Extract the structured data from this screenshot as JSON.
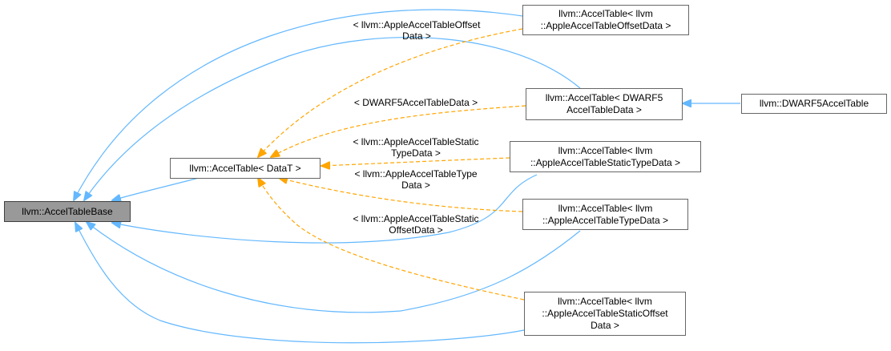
{
  "colors": {
    "inheritance_edge": "#63b8ff",
    "template_edge": "#ffa500",
    "node_border": "#666666",
    "base_fill": "#999999"
  },
  "nodes": {
    "accel_table_base": {
      "lines": [
        "llvm::AccelTableBase"
      ]
    },
    "accel_table_template": {
      "lines": [
        "llvm::AccelTable< DataT >"
      ]
    },
    "apple_offset": {
      "lines": [
        "llvm::AccelTable< llvm",
        "::AppleAccelTableOffsetData >"
      ]
    },
    "dwarf5": {
      "lines": [
        "llvm::AccelTable< DWARF5",
        "AccelTableData >"
      ]
    },
    "dwarf5_accel_table": {
      "lines": [
        "llvm::DWARF5AccelTable"
      ]
    },
    "apple_static_type": {
      "lines": [
        "llvm::AccelTable< llvm",
        "::AppleAccelTableStaticTypeData >"
      ]
    },
    "apple_type": {
      "lines": [
        "llvm::AccelTable< llvm",
        "::AppleAccelTableTypeData >"
      ]
    },
    "apple_static_offset": {
      "lines": [
        "llvm::AccelTable< llvm",
        "::AppleAccelTableStaticOffset",
        "Data >"
      ]
    }
  },
  "edge_labels": {
    "apple_offset": [
      "< llvm::AppleAccelTableOffset",
      "Data >"
    ],
    "dwarf5": [
      "< DWARF5AccelTableData >"
    ],
    "apple_static_type": [
      "< llvm::AppleAccelTableStatic",
      "TypeData >"
    ],
    "apple_type": [
      "< llvm::AppleAccelTableType",
      "Data >"
    ],
    "apple_static_offset": [
      "< llvm::AppleAccelTableStatic",
      "OffsetData >"
    ]
  }
}
